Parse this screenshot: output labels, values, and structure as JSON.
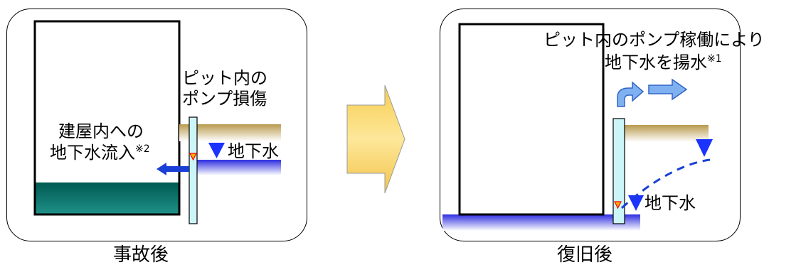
{
  "left": {
    "caption": "事故後",
    "pit_label_line1": "ピット内の",
    "pit_label_line2": "ポンプ損傷",
    "inflow_label_line1": "建屋内への",
    "inflow_label_line2": "地下水流入",
    "inflow_note": "※2",
    "groundwater_label": "地下水"
  },
  "right": {
    "caption": "復旧後",
    "pump_label_line1": "ピット内のポンプ稼働により",
    "pump_label_line2": "地下水を揚水",
    "pump_note": "※1",
    "groundwater_label": "地下水"
  },
  "colors": {
    "soil": "#b99a4e",
    "groundwater": "#2d2de0",
    "flooded_water": "#005a52",
    "pit_tube": "#ccf5f8",
    "transition_arrow": "#f7d25a",
    "flow_arrow": "#1a3fd6",
    "pump_arrow": "#7fb1f0"
  }
}
